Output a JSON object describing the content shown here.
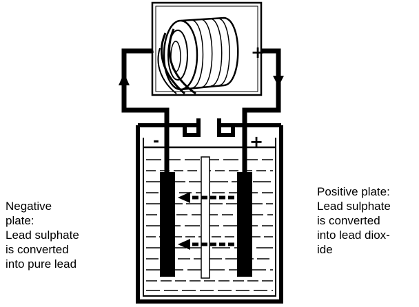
{
  "negative_caption": {
    "lines": [
      "Negative",
      "plate:",
      "Lead sulphate",
      "is converted",
      "into pure lead"
    ]
  },
  "positive_caption": {
    "lines": [
      "Positive plate:",
      "Lead sulphate",
      "is converted",
      "into lead diox-",
      "ide"
    ]
  },
  "polarity": {
    "negative_symbol": "-",
    "positive_symbol": "+"
  },
  "colors": {
    "ink": "#000000",
    "background": "#ffffff",
    "electrolyte_line": "#000000"
  },
  "icons": [
    "coil-winding-icon",
    "current-arrow-up-icon",
    "current-arrow-down-icon",
    "ion-arrow-left-icon"
  ]
}
